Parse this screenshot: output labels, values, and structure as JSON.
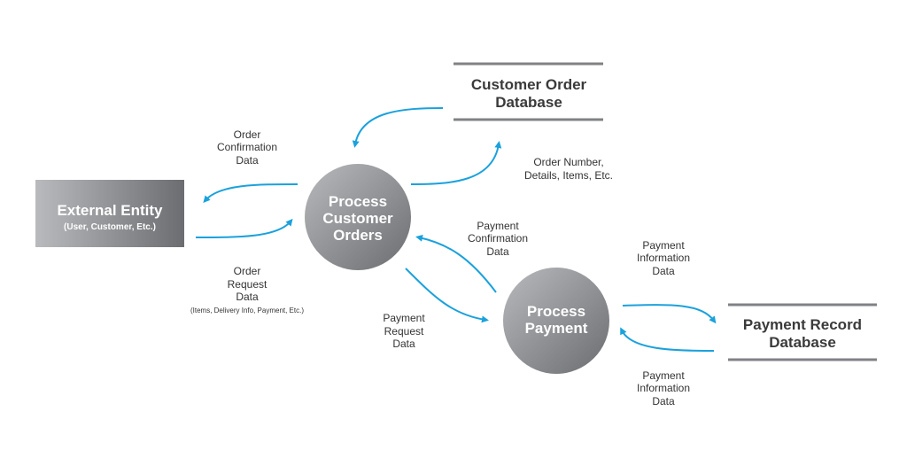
{
  "colors": {
    "arrow": "#1ba1dc",
    "node_light": "#b9babd",
    "node_dark": "#6b6d71",
    "db_line": "#808285",
    "label": "#333333"
  },
  "nodes": {
    "external_entity": {
      "title": "External Entity",
      "subtitle": "(User, Customer, Etc.)"
    },
    "process_orders": {
      "lines": [
        "Process",
        "Customer",
        "Orders"
      ]
    },
    "process_payment": {
      "lines": [
        "Process",
        "Payment"
      ]
    }
  },
  "stores": {
    "customer_order_db": {
      "lines": [
        "Customer Order",
        "Database"
      ]
    },
    "payment_record_db": {
      "lines": [
        "Payment Record",
        "Database"
      ]
    }
  },
  "flows": {
    "order_confirmation": {
      "lines": [
        "Order",
        "Confirmation",
        "Data"
      ]
    },
    "order_request": {
      "lines": [
        "Order",
        "Request",
        "Data"
      ],
      "note": "(Items, Delivery Info, Payment, Etc.)"
    },
    "order_number": {
      "lines": [
        "Order Number,",
        "Details, Items, Etc."
      ]
    },
    "payment_confirmation": {
      "lines": [
        "Payment",
        "Confirmation",
        "Data"
      ]
    },
    "payment_request": {
      "lines": [
        "Payment",
        "Request",
        "Data"
      ]
    },
    "payment_info_out": {
      "lines": [
        "Payment",
        "Information",
        "Data"
      ]
    },
    "payment_info_in": {
      "lines": [
        "Payment",
        "Information",
        "Data"
      ]
    }
  }
}
